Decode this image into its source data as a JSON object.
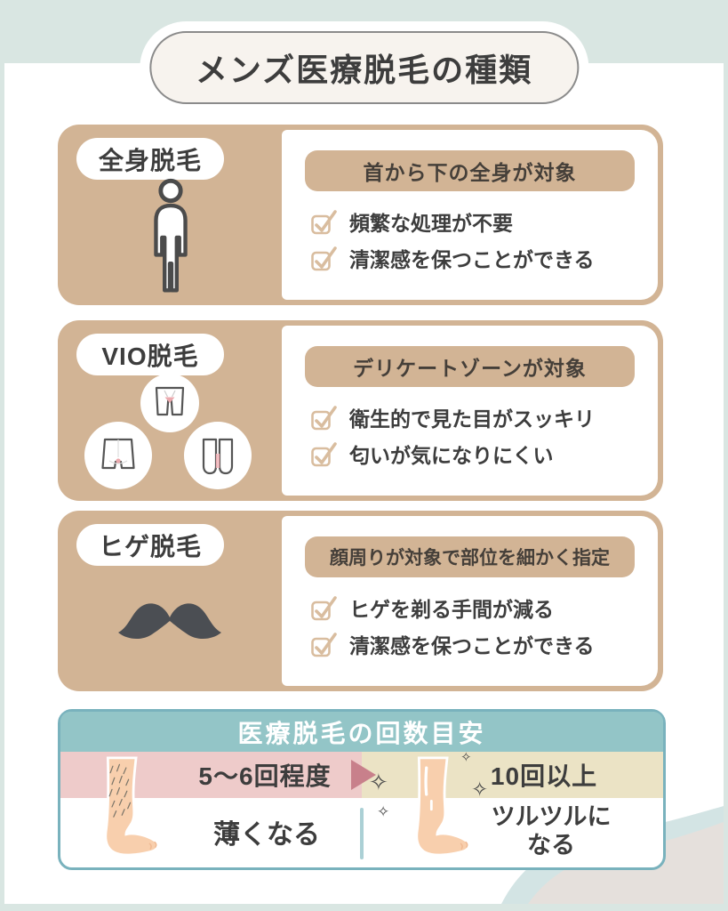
{
  "title": "メンズ医療脱毛の種類",
  "cards": [
    {
      "label": "全身脱毛",
      "icon": "person-icon",
      "header": "首から下の全身が対象",
      "items": [
        "頻繁な処理が不要",
        "清潔感を保つことができる"
      ]
    },
    {
      "label": "VIO脱毛",
      "icon": "vio-underwear-icons",
      "header": "デリケートゾーンが対象",
      "items": [
        "衛生的で見た目がスッキリ",
        "匂いが気になりにくい"
      ]
    },
    {
      "label": "ヒゲ脱毛",
      "icon": "mustache-icon",
      "header": "顔周りが対象で部位を細かく指定",
      "items": [
        "ヒゲを剃る手間が減る",
        "清潔感を保つことができる"
      ]
    }
  ],
  "session_guide": {
    "title": "医療脱毛の回数目安",
    "left": {
      "sessions": "5〜6回程度",
      "result": "薄くなる"
    },
    "right": {
      "sessions": "10回以上",
      "result_line1": "ツルツルに",
      "result_line2": "なる"
    }
  },
  "colors": {
    "background_teal": "#d9e6e2",
    "card_tan": "#d2b495",
    "title_pill_bg": "#f7f3ee",
    "checkbox_tan": "#d9bd9f",
    "guide_header_teal": "#93c5c7",
    "band_pink": "#eecbca",
    "band_yellow": "#ebe3c5",
    "arrow_rose": "#c8808b",
    "skin": "#f8cfad",
    "pink_accent": "#eba9ae",
    "text_dark": "#3d3d3d"
  }
}
